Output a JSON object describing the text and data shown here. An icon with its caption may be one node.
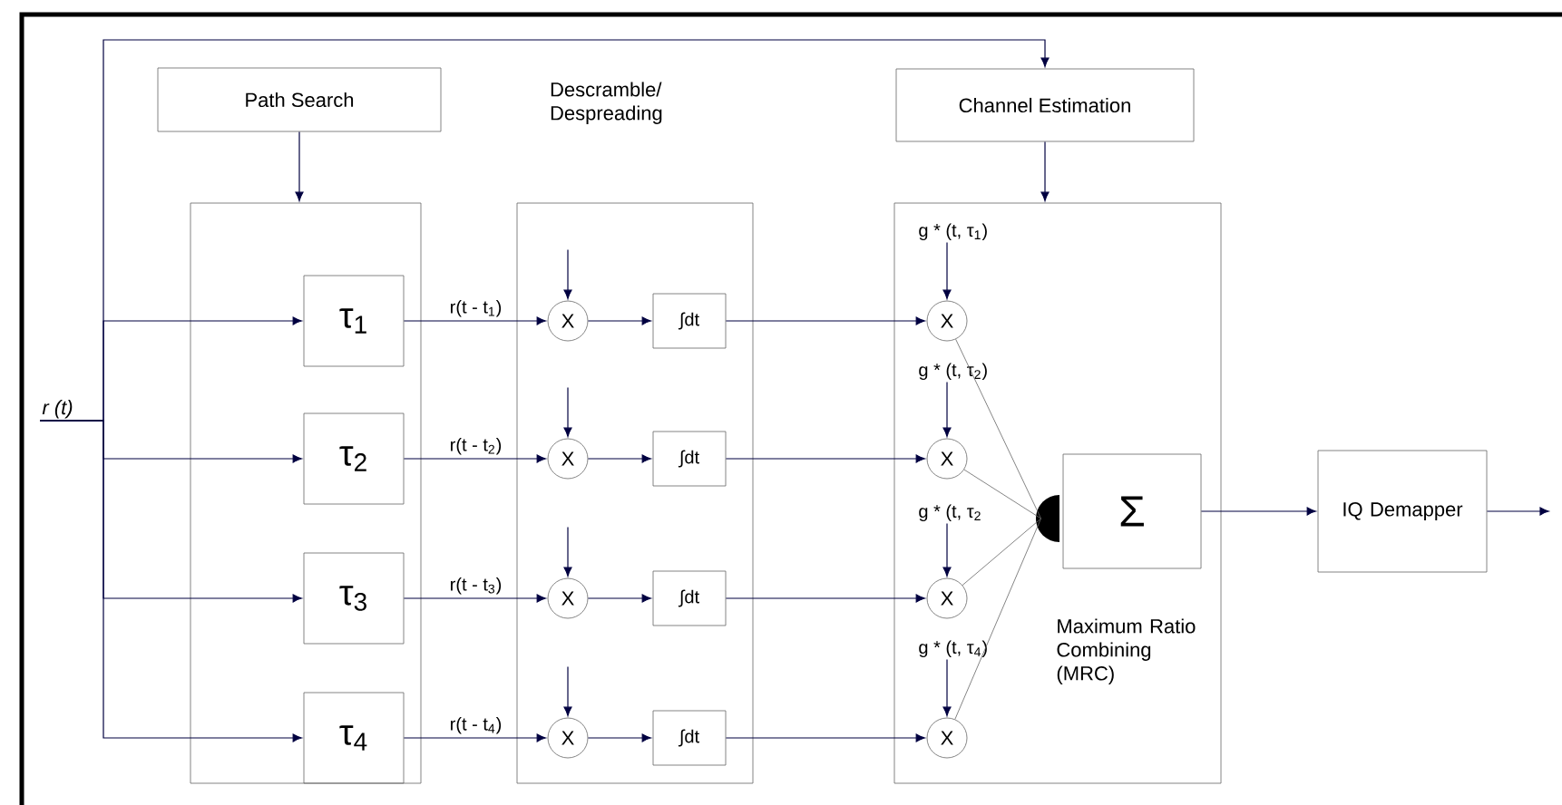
{
  "diagram": {
    "nodes": [
      {
        "text": [
          "r (t)"
        ]
      },
      {
        "text": [
          "Path Search"
        ]
      },
      {
        "text": [],
        "shape": "box"
      },
      {
        "text": [
          "τ$_{1}$"
        ],
        "in": 2
      },
      {
        "text": [
          "τ$_{2}$"
        ],
        "in": 2
      },
      {
        "text": [
          "τ$_{3}$"
        ],
        "in": 2
      },
      {
        "text": [
          "τ$_{4}$"
        ],
        "in": 2
      },
      {
        "text": [
          "Descramble/ Despreading"
        ]
      },
      {
        "text": [
          "X"
        ],
        "in": 7
      },
      {
        "text": [
          "X"
        ],
        "in": 7
      },
      {
        "text": [
          "X"
        ],
        "in": 7
      },
      {
        "text": [
          "X"
        ],
        "in": 7
      },
      {
        "text": [
          "∫dt"
        ],
        "in": 7
      },
      {
        "text": [
          "∫dt"
        ],
        "in": 7
      },
      {
        "text": [
          "∫dt"
        ],
        "in": 7
      },
      {
        "text": [
          "∫dt"
        ],
        "in": 7
      },
      {
        "text": [
          "Channel Estimation"
        ]
      },
      {
        "text": [
          "Maximum Ratio Combining (MRC)"
        ]
      },
      {
        "text": [
          "g * (t, τ$_{1}$)"
        ],
        "in": 17
      },
      {
        "text": [
          "g * (t, τ$_{2}$)"
        ],
        "in": 17
      },
      {
        "text": [
          "g * (t, τ$_{2}$"
        ],
        "in": 17
      },
      {
        "text": [
          "g * (t, τ$_{4}$)"
        ],
        "in": 17
      },
      {
        "text": [
          "X"
        ],
        "in": 17
      },
      {
        "text": [
          "X"
        ],
        "in": 17
      },
      {
        "text": [
          "X"
        ],
        "in": 17
      },
      {
        "text": [
          "X"
        ],
        "in": 17
      },
      {
        "text": [],
        "shape": "semicircle",
        "in": 17
      },
      {
        "text": [
          "Σ"
        ],
        "in": 17
      },
      {
        "text": [
          "IQ Demapper"
        ]
      }
    ],
    "edges": [
      {
        "from": 0,
        "to": 3,
        "arrow": "to"
      },
      {
        "from": 0,
        "to": 4,
        "arrow": "to"
      },
      {
        "from": 0,
        "to": 5,
        "arrow": "to"
      },
      {
        "from": 0,
        "to": 6,
        "arrow": "to"
      },
      {
        "from": 0,
        "to": 16,
        "arrow": "to"
      },
      {
        "from": 1,
        "to": 2,
        "arrow": "to"
      },
      {
        "from": 3,
        "to": 8,
        "arrow": "to",
        "label": "r(t - t$_{1}$)"
      },
      {
        "from": 4,
        "to": 9,
        "arrow": "to",
        "label": "r(t - t$_{2}$)"
      },
      {
        "from": 5,
        "to": 10,
        "arrow": "to",
        "label": "r(t - t$_{3}$)"
      },
      {
        "from": 6,
        "to": 11,
        "arrow": "to",
        "label": "r(t - t$_{4}$)"
      },
      {
        "from": null,
        "to": 8,
        "arrow": "to"
      },
      {
        "from": null,
        "to": 9,
        "arrow": "to"
      },
      {
        "from": null,
        "to": 10,
        "arrow": "to"
      },
      {
        "from": null,
        "to": 11,
        "arrow": "to"
      },
      {
        "from": 8,
        "to": 12,
        "arrow": "to"
      },
      {
        "from": 9,
        "to": 13,
        "arrow": "to"
      },
      {
        "from": 10,
        "to": 14,
        "arrow": "to"
      },
      {
        "from": 11,
        "to": 15,
        "arrow": "to"
      },
      {
        "from": 12,
        "to": 22,
        "arrow": "to"
      },
      {
        "from": 13,
        "to": 23,
        "arrow": "to"
      },
      {
        "from": 14,
        "to": 24,
        "arrow": "to"
      },
      {
        "from": 15,
        "to": 25,
        "arrow": "to"
      },
      {
        "from": 16,
        "to": 17,
        "arrow": "to"
      },
      {
        "from": 18,
        "to": 22,
        "arrow": "to"
      },
      {
        "from": 19,
        "to": 23,
        "arrow": "to"
      },
      {
        "from": 20,
        "to": 24,
        "arrow": "to"
      },
      {
        "from": 21,
        "to": 25,
        "arrow": "to"
      },
      {
        "from": 22,
        "to": 26,
        "arrow": "none",
        "color": "#666666"
      },
      {
        "from": 23,
        "to": 26,
        "arrow": "none",
        "color": "#666666"
      },
      {
        "from": 24,
        "to": 26,
        "arrow": "none",
        "color": "#666666"
      },
      {
        "from": 25,
        "to": 26,
        "arrow": "none",
        "color": "#666666"
      },
      {
        "from": 27,
        "to": 28,
        "arrow": "to"
      },
      {
        "from": 28,
        "to": null,
        "arrow": "to"
      }
    ]
  }
}
